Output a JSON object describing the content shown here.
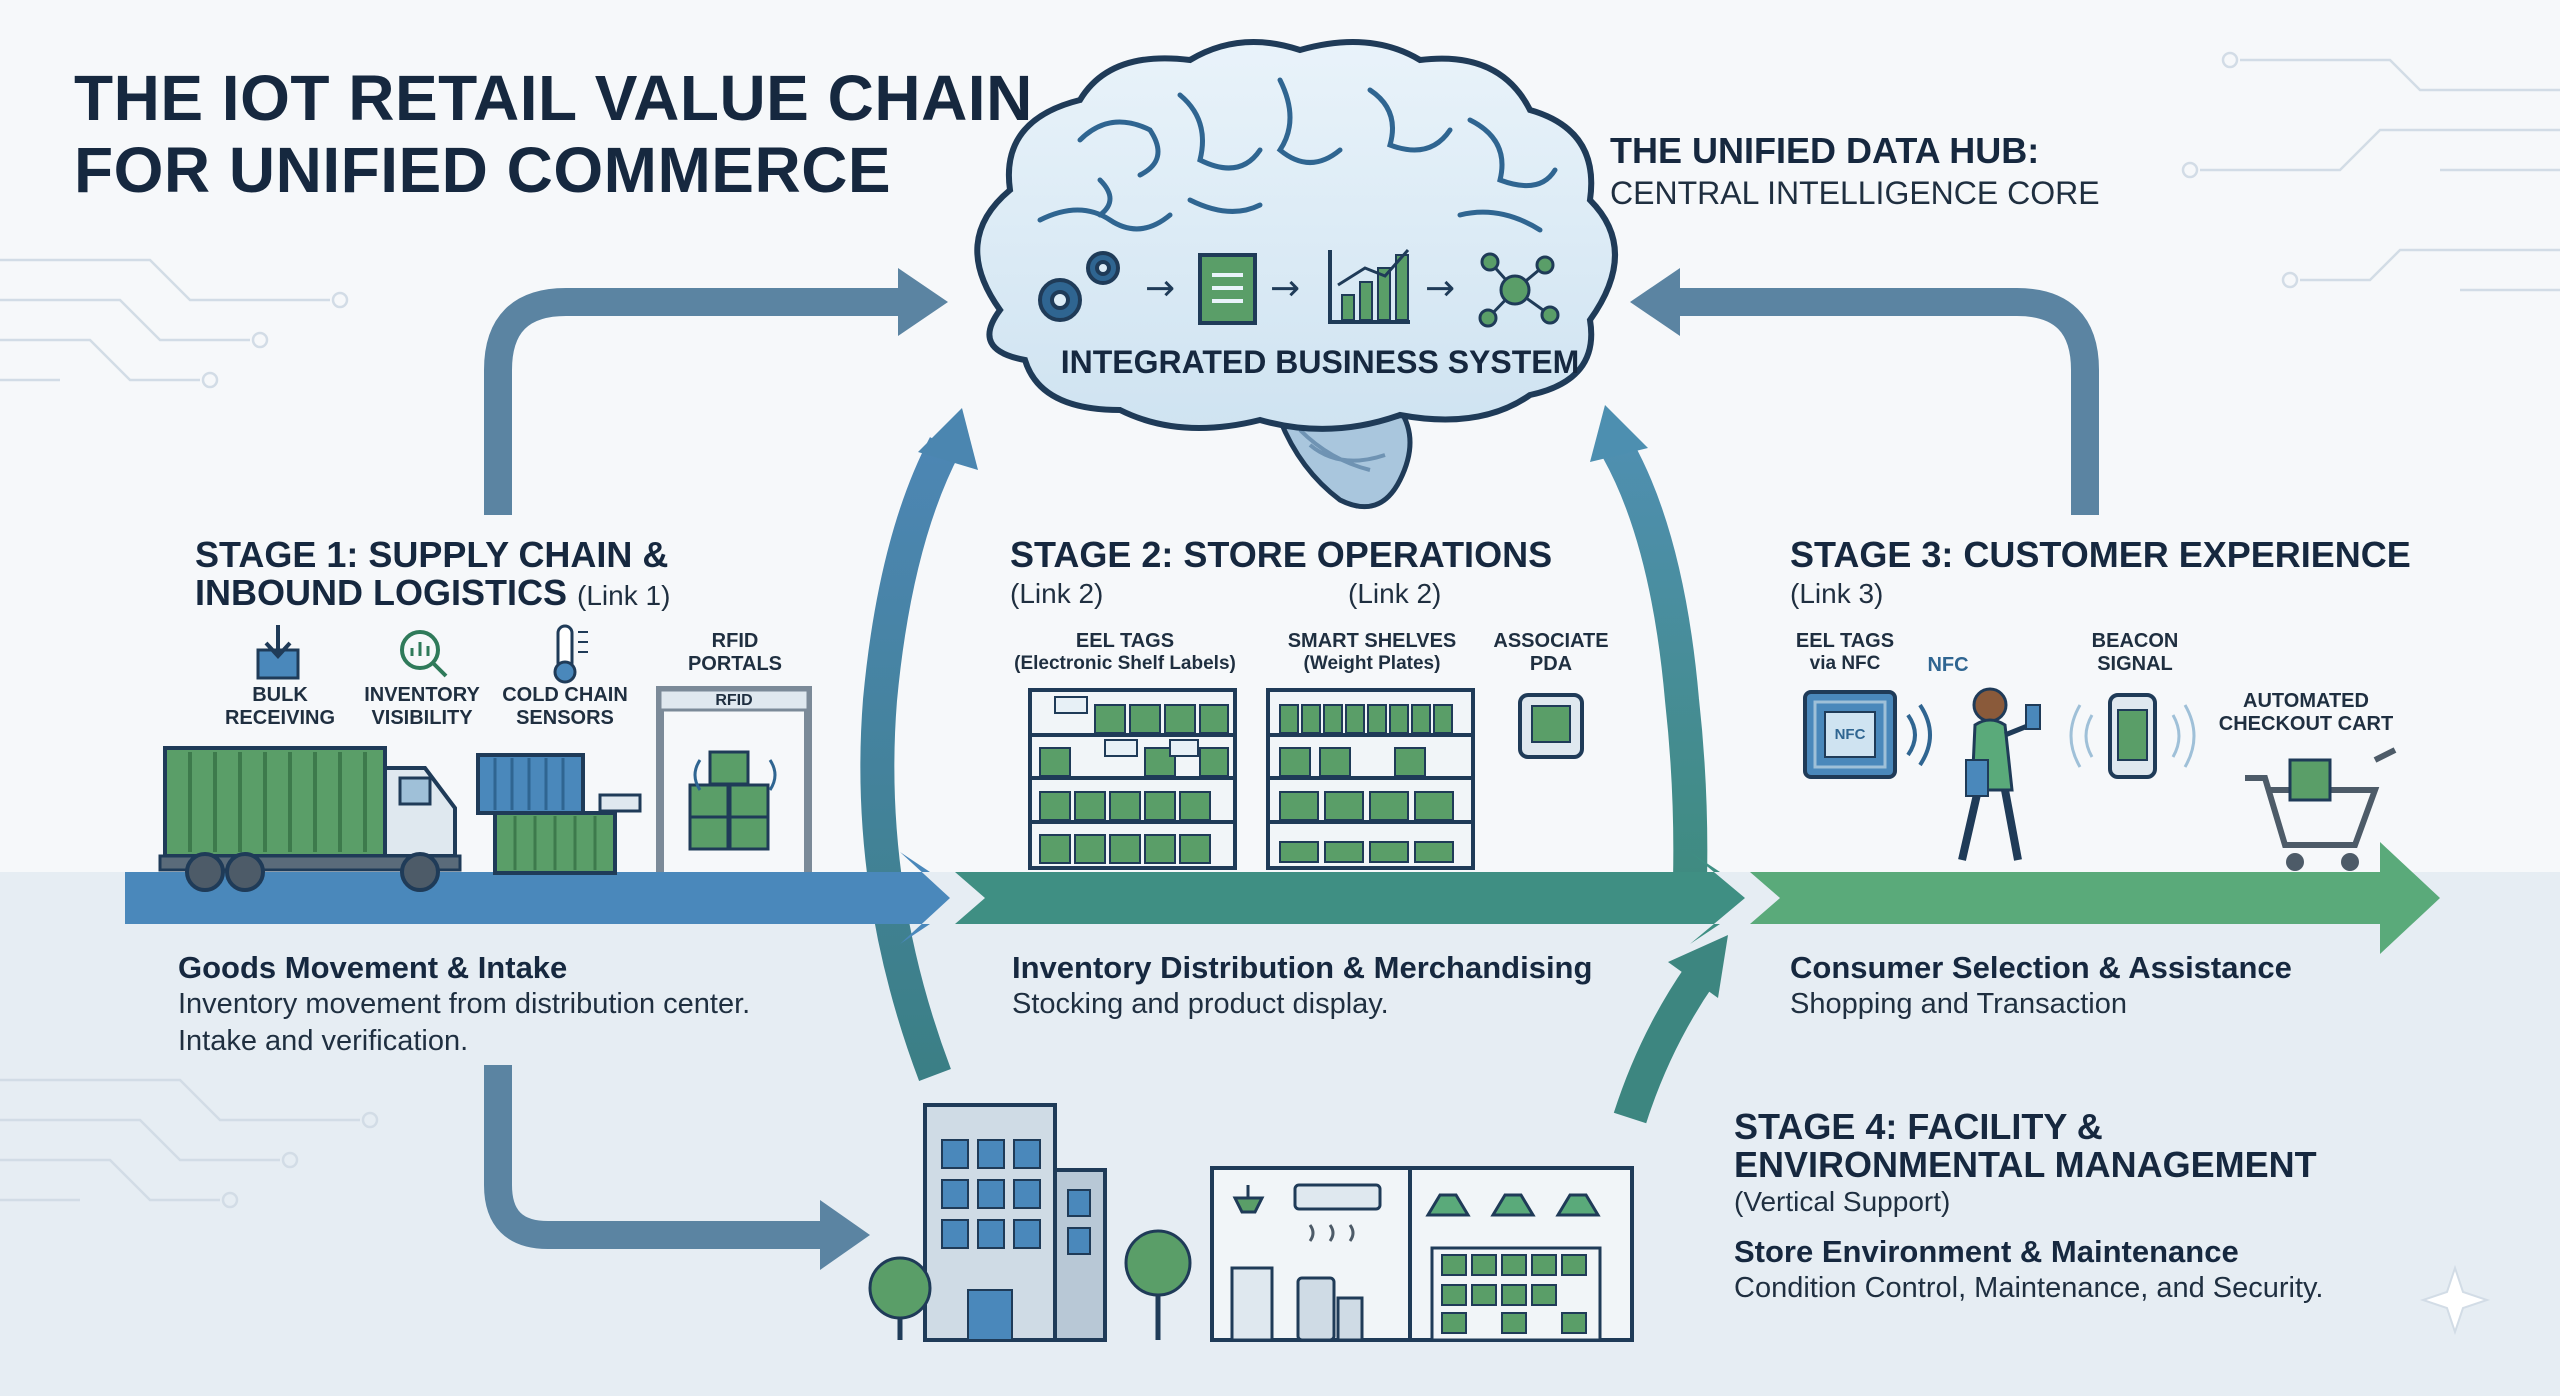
{
  "title": {
    "line1": "THE IOT RETAIL VALUE CHAIN",
    "line2": "FOR UNIFIED COMMERCE"
  },
  "hub": {
    "title": "THE UNIFIED DATA HUB:",
    "subtitle": "CENTRAL INTELLIGENCE CORE",
    "system_label": "INTEGRATED BUSINESS SYSTEM",
    "icons": [
      "gears-icon",
      "document-icon",
      "bar-chart-icon",
      "network-icon"
    ]
  },
  "stage1": {
    "heading_line1": "STAGE 1: SUPPLY CHAIN &",
    "heading_line2": "INBOUND LOGISTICS",
    "link": "(Link 1)",
    "items": {
      "bulk_receiving": {
        "line1": "BULK",
        "line2": "RECEIVING"
      },
      "inventory_visibility": {
        "line1": "INVENTORY",
        "line2": "VISIBILITY"
      },
      "cold_chain": {
        "line1": "COLD CHAIN",
        "line2": "SENSORS"
      },
      "rfid_portals": {
        "line1": "RFID",
        "line2": "PORTALS"
      },
      "rfid_gate_label": "RFID"
    },
    "desc_title": "Goods Movement & Intake",
    "desc_line1": "Inventory movement from distribution center.",
    "desc_line2": "Intake and verification."
  },
  "stage2": {
    "heading": "STAGE 2: STORE OPERATIONS",
    "link_a": "(Link 2)",
    "link_b": "(Link 2)",
    "items": {
      "eel_tags": {
        "line1": "EEL TAGS",
        "line2": "(Electronic Shelf Labels)"
      },
      "smart_shelves": {
        "line1": "SMART SHELVES",
        "line2": "(Weight Plates)"
      },
      "associate_pda": {
        "line1": "ASSOCIATE",
        "line2": "PDA"
      }
    },
    "desc_title": "Inventory Distribution & Merchandising",
    "desc_line1": "Stocking and product display."
  },
  "stage3": {
    "heading": "STAGE 3: CUSTOMER EXPERIENCE",
    "link": "(Link 3)",
    "items": {
      "eel_tags_nfc": {
        "line1": "EEL TAGS",
        "line2": "via NFC"
      },
      "nfc": "NFC",
      "nfc_tag_text": "NFC",
      "beacon": {
        "line1": "BEACON",
        "line2": "SIGNAL"
      },
      "checkout_cart": {
        "line1": "AUTOMATED",
        "line2": "CHECKOUT CART"
      }
    },
    "desc_title": "Consumer Selection & Assistance",
    "desc_line1": "Shopping and Transaction"
  },
  "stage4": {
    "heading_line1": "STAGE 4: FACILITY &",
    "heading_line2": "ENVIRONMENTAL MANAGEMENT",
    "link": "(Vertical Support)",
    "desc_title": "Store Environment & Maintenance",
    "desc_line1": "Condition Control, Maintenance, and Security."
  },
  "colors": {
    "navy": "#16283f",
    "arrow_blue": "#4f8ab8",
    "arrow_teal": "#3f8f86",
    "arrow_green": "#56a679",
    "loop_arrow": "#5c84a3",
    "green_fill": "#5a9e68",
    "hub_fill": "#dcecf6"
  }
}
